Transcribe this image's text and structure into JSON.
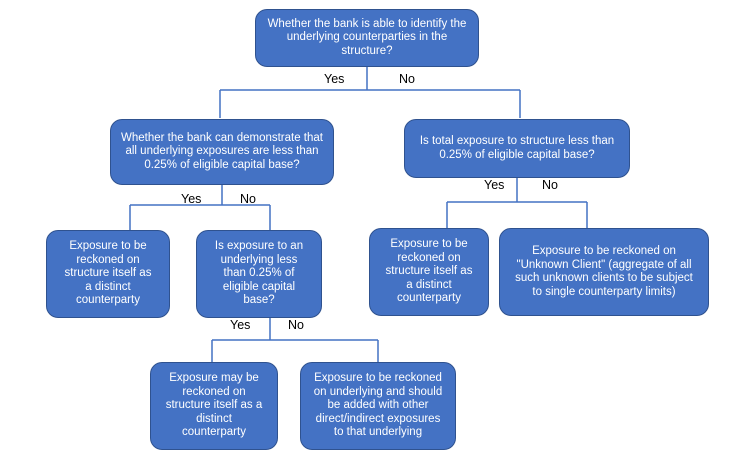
{
  "colors": {
    "node_fill": "#4472c4",
    "node_border": "#2f528f",
    "connector": "#4472c4",
    "text": "#ffffff",
    "label": "#000000"
  },
  "nodes": {
    "root": "Whether the bank is able to identify the underlying counterparties in the structure?",
    "demonstrate": "Whether the bank can demonstrate that all underlying exposures are less than 0.25% of eligible capital base?",
    "total_exposure": "Is total exposure to structure less than 0.25% of eligible capital base?",
    "left_structure": "Exposure to be reckoned on structure itself as a distinct counterparty",
    "underlying_less": "Is exposure to an underlying less than 0.25% of eligible capital base?",
    "right_structure": "Exposure to be reckoned on structure itself as a distinct counterparty",
    "unknown_client": "Exposure to be reckoned on \"Unknown Client\" (aggregate of all such unknown clients to be subject to single counterparty limits)",
    "may_structure": "Exposure may be reckoned on structure itself as a distinct counterparty",
    "added_underlying": "Exposure to be reckoned on underlying and should be added with other direct/indirect exposures to that underlying"
  },
  "labels": {
    "root_yes": "Yes",
    "root_no": "No",
    "demonstrate_yes": "Yes",
    "demonstrate_no": "No",
    "total_yes": "Yes",
    "total_no": "No",
    "underlying_yes": "Yes",
    "underlying_no": "No"
  }
}
